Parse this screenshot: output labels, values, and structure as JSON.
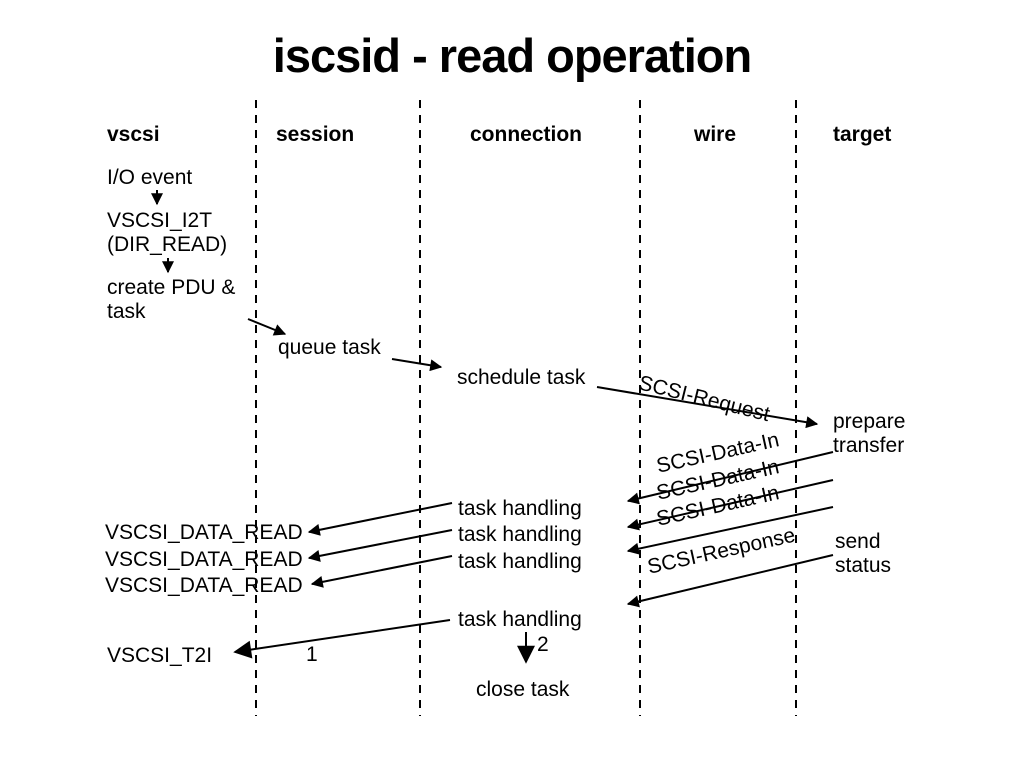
{
  "title": "iscsid - read operation",
  "columns": [
    {
      "label": "vscsi"
    },
    {
      "label": "session"
    },
    {
      "label": "connection"
    },
    {
      "label": "wire"
    },
    {
      "label": "target"
    }
  ],
  "vscsi_flow": {
    "io_event": "I/O event",
    "vscsi_i2t": "VSCSI_I2T",
    "dir_read": "(DIR_READ)",
    "create_pdu": "create PDU &\ntask"
  },
  "session_flow": {
    "queue_task": "queue task"
  },
  "connection_flow": {
    "schedule_task": "schedule task",
    "task_handling": [
      "task handling",
      "task handling",
      "task handling",
      "task handling"
    ],
    "step_2": "2",
    "close_task": "close task"
  },
  "wire_messages": {
    "scsi_request": "SCSI-Request",
    "scsi_data_in": [
      "SCSI-Data-In",
      "SCSI-Data-In",
      "SCSI-Data-In"
    ],
    "scsi_response": "SCSI-Response"
  },
  "target_flow": {
    "prepare_transfer": "prepare\ntransfer",
    "send_status": "send\nstatus"
  },
  "callbacks": {
    "vscsi_data_read": [
      "VSCSI_DATA_READ",
      "VSCSI_DATA_READ",
      "VSCSI_DATA_READ"
    ],
    "vscsi_t2i": "VSCSI_T2I",
    "step_1": "1"
  },
  "colors": {
    "background": "#ffffff",
    "text": "#000000",
    "line": "#000000"
  }
}
